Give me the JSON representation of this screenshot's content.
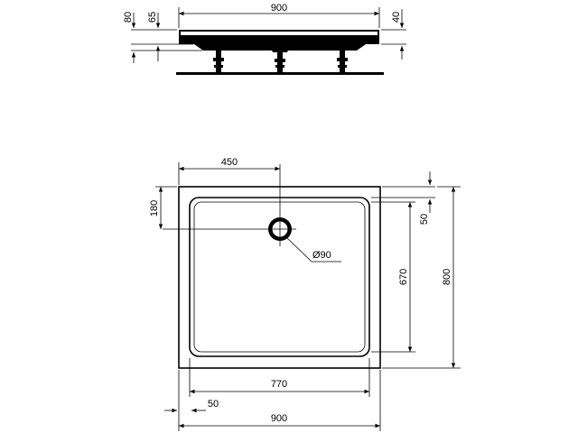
{
  "side_view": {
    "overall_height": "80",
    "tray_depth": "65",
    "rim_height": "40",
    "overall_width": "900"
  },
  "top_view": {
    "drain_offset_x": "450",
    "drain_offset_y": "180",
    "rim_top": "50",
    "drain_diameter": "Ø90",
    "inner_length": "670",
    "overall_length": "800",
    "inner_width": "770",
    "rim_side": "50",
    "overall_width": "900"
  }
}
